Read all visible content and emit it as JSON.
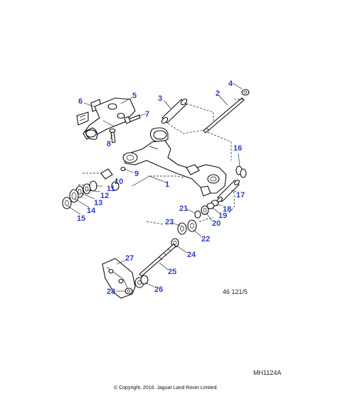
{
  "callouts": [
    {
      "id": "1",
      "label": "1"
    },
    {
      "id": "2",
      "label": "2"
    },
    {
      "id": "3",
      "label": "3"
    },
    {
      "id": "4",
      "label": "4"
    },
    {
      "id": "5",
      "label": "5"
    },
    {
      "id": "6",
      "label": "6"
    },
    {
      "id": "7",
      "label": "7"
    },
    {
      "id": "8",
      "label": "8"
    },
    {
      "id": "9",
      "label": "9"
    },
    {
      "id": "10",
      "label": "10"
    },
    {
      "id": "11",
      "label": "11"
    },
    {
      "id": "12",
      "label": "12"
    },
    {
      "id": "13",
      "label": "13"
    },
    {
      "id": "14",
      "label": "14"
    },
    {
      "id": "15",
      "label": "15"
    },
    {
      "id": "16",
      "label": "16"
    },
    {
      "id": "17",
      "label": "17"
    },
    {
      "id": "18",
      "label": "18"
    },
    {
      "id": "19",
      "label": "19"
    },
    {
      "id": "20",
      "label": "20"
    },
    {
      "id": "21",
      "label": "21"
    },
    {
      "id": "22",
      "label": "22"
    },
    {
      "id": "23",
      "label": "23"
    },
    {
      "id": "24",
      "label": "24"
    },
    {
      "id": "25",
      "label": "25"
    },
    {
      "id": "26",
      "label": "26"
    },
    {
      "id": "27",
      "label": "27"
    },
    {
      "id": "28",
      "label": "28"
    }
  ],
  "drawing_ref": "46 121/5",
  "illustration_code": "MH1124A",
  "copyright": "© Copyright, 2016. Jaguar Land Rover Limited."
}
